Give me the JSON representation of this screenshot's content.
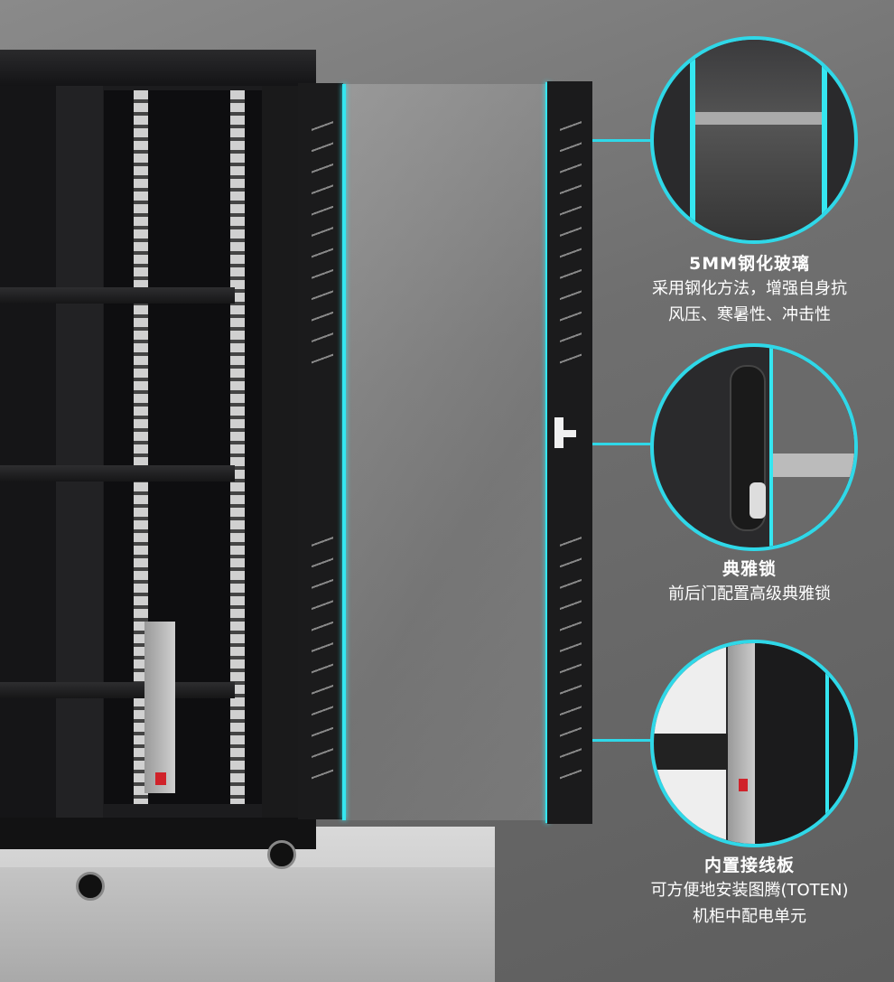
{
  "features": [
    {
      "title": "5MM钢化玻璃",
      "lines": [
        "采用钢化方法，增强自身抗",
        "风压、寒暑性、冲击性"
      ],
      "icon": "tempered-glass-detail"
    },
    {
      "title": "典雅锁",
      "lines": [
        "前后门配置高级典雅锁"
      ],
      "icon": "door-lock-detail"
    },
    {
      "title": "内置接线板",
      "lines": [
        "可方便地安装图腾(TOTEN)",
        "机柜中配电单元"
      ],
      "icon": "power-strip-detail"
    }
  ],
  "colors": {
    "accent": "#2fd8e8",
    "cabinet": "#1c1c1e",
    "background": "#6f6f6f"
  }
}
